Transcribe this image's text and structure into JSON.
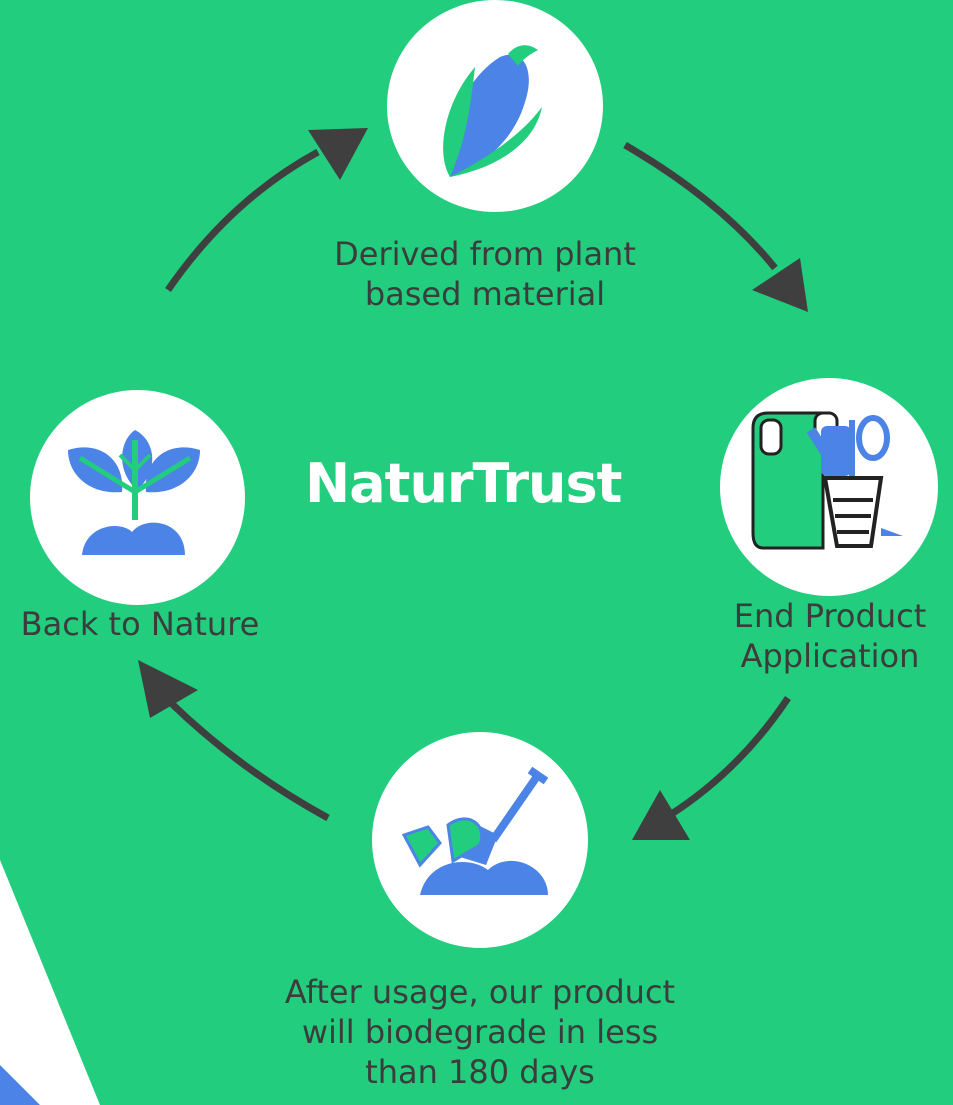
{
  "brand": {
    "name": "NaturTrust"
  },
  "steps": [
    {
      "icon": "corn-icon",
      "label_line1": "Derived from plant",
      "label_line2": "based material"
    },
    {
      "icon": "products-icon",
      "label_line1": "End Product",
      "label_line2": "Application"
    },
    {
      "icon": "shovel-soil-icon",
      "label_line1": "After usage, our product",
      "label_line2": "will biodegrade in less",
      "label_line3": "than 180 days"
    },
    {
      "icon": "sprout-icon",
      "label_line1": "Back to Nature"
    }
  ],
  "colors": {
    "background": "#22cd7e",
    "circle": "#ffffff",
    "icon_blue": "#4b83e6",
    "icon_green": "#22cd7e",
    "arrow": "#3f3f3f",
    "text": "#3c3c3c"
  }
}
